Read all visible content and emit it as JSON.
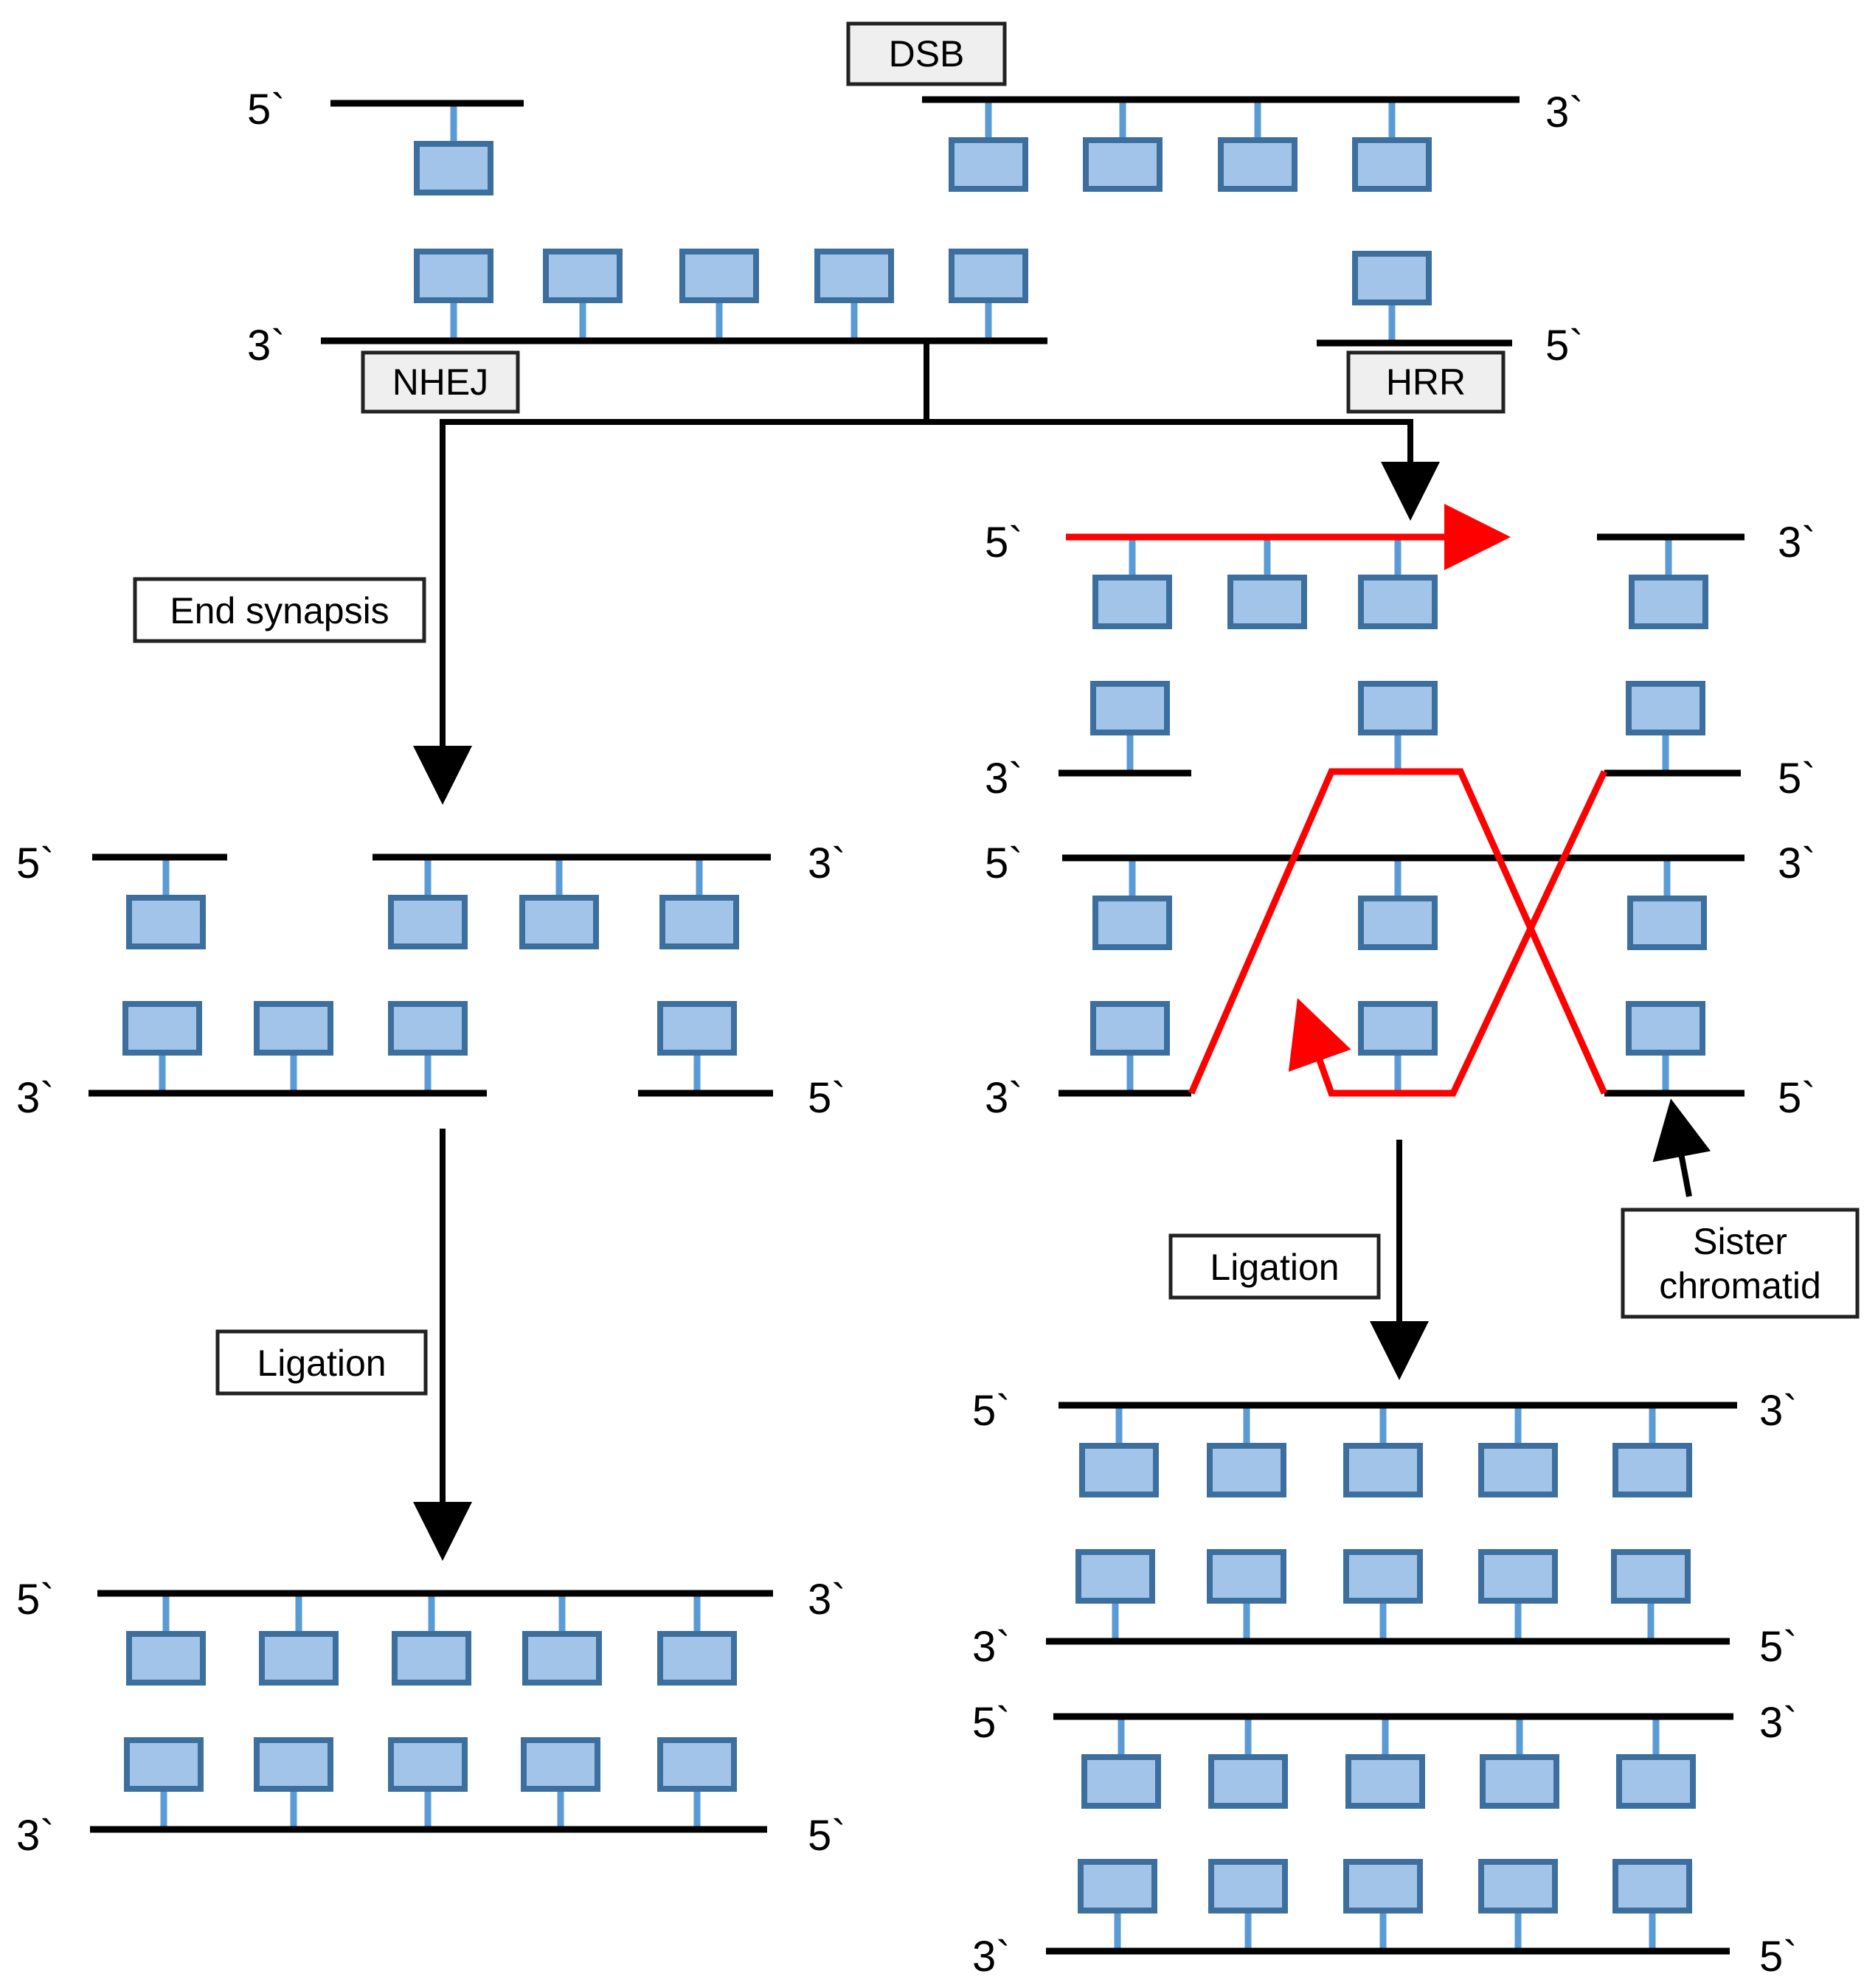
{
  "labels": {
    "dsb": "DSB",
    "nhej": "NHEJ",
    "hrr": "HRR",
    "end_synapsis": "End synapsis",
    "ligation_left": "Ligation",
    "ligation_right": "Ligation",
    "sister_line1": "Sister",
    "sister_line2": "chromatid"
  },
  "ends": {
    "five": "5`",
    "three": "3`"
  },
  "colors": {
    "strand": "#000000",
    "base_fill": "#a2c4e8",
    "base_stroke": "#3d6f9e",
    "stem": "#5b9bd5",
    "invading_strand": "#ff0000"
  }
}
